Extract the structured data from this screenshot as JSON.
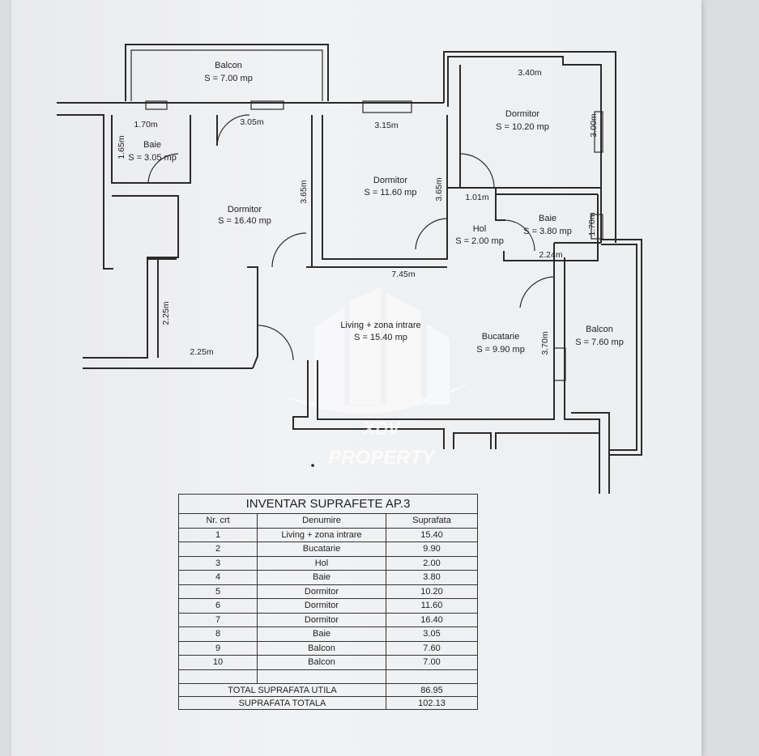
{
  "rooms": {
    "balcon_top": {
      "name": "Balcon",
      "area": "S = 7.00 mp"
    },
    "baie_left": {
      "name": "Baie",
      "area": "S = 3.05 mp"
    },
    "dormitor_left": {
      "name": "Dormitor",
      "area": "S = 16.40 mp"
    },
    "dormitor_mid": {
      "name": "Dormitor",
      "area": "S = 11.60 mp"
    },
    "dormitor_right": {
      "name": "Dormitor",
      "area": "S = 10.20 mp"
    },
    "hol": {
      "name": "Hol",
      "area": "S = 2.00 mp"
    },
    "baie_right": {
      "name": "Baie",
      "area": "S = 3.80 mp"
    },
    "living": {
      "name": "Living + zona intrare",
      "area": "S = 15.40 mp"
    },
    "bucatarie": {
      "name": "Bucatarie",
      "area": "S = 9.90 mp"
    },
    "balcon_right": {
      "name": "Balcon",
      "area": "S = 7.60 mp"
    }
  },
  "dimensions": {
    "d170_top": "1.70m",
    "d305": "3.05m",
    "d165": "1.65m",
    "d315": "3.15m",
    "d340": "3.40m",
    "d300": "3.00m",
    "d365_a": "3.65m",
    "d365_b": "3.65m",
    "d101": "1.01m",
    "d170_right": "1.70m",
    "d224": "2.24m",
    "d745": "7.45m",
    "d225_v": "2.25m",
    "d225_h": "2.25m",
    "d370": "3.70m"
  },
  "watermark": {
    "line1": "XDV",
    "line2": "PROPERTY"
  },
  "inventory": {
    "title": "INVENTAR SUPRAFETE AP.3",
    "headers": [
      "Nr. crt",
      "Denumire",
      "Suprafata"
    ],
    "rows": [
      [
        "1",
        "Living + zona intrare",
        "15.40"
      ],
      [
        "2",
        "Bucatarie",
        "9.90"
      ],
      [
        "3",
        "Hol",
        "2.00"
      ],
      [
        "4",
        "Baie",
        "3.80"
      ],
      [
        "5",
        "Dormitor",
        "10.20"
      ],
      [
        "6",
        "Dormitor",
        "11.60"
      ],
      [
        "7",
        "Dormitor",
        "16.40"
      ],
      [
        "8",
        "Baie",
        "3.05"
      ],
      [
        "9",
        "Balcon",
        "7.60"
      ],
      [
        "10",
        "Balcon",
        "7.00"
      ]
    ],
    "total_util_label": "TOTAL SUPRAFATA UTILA",
    "total_util_value": "86.95",
    "total_label": "SUPRAFATA TOTALA",
    "total_value": "102.13"
  }
}
